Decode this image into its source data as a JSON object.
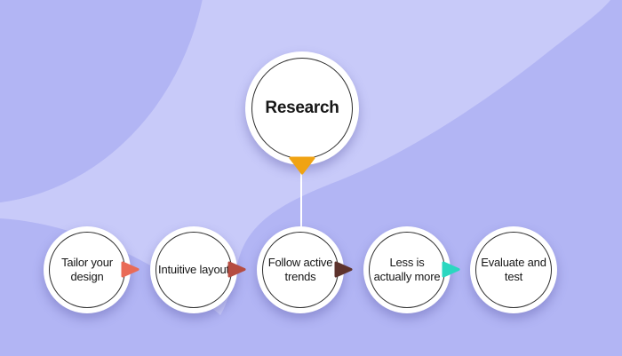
{
  "diagram": {
    "root": {
      "label": "Research"
    },
    "steps": [
      {
        "label": "Tailor your design"
      },
      {
        "label": "Intuitive layout"
      },
      {
        "label": "Follow active trends"
      },
      {
        "label": "Less is actually more"
      },
      {
        "label": "Evaluate and test"
      }
    ],
    "colors": {
      "background_light": "#c8caf9",
      "background_dark": "#b2b5f4",
      "root_pointer": "#f0a313",
      "arrow_1": "#e96b57",
      "arrow_2": "#b54c41",
      "arrow_3": "#5d322c",
      "arrow_4": "#2bd7c0",
      "node_fill": "#ffffff",
      "node_border": "#2c2c2c",
      "connector_line": "#ffffff"
    }
  }
}
